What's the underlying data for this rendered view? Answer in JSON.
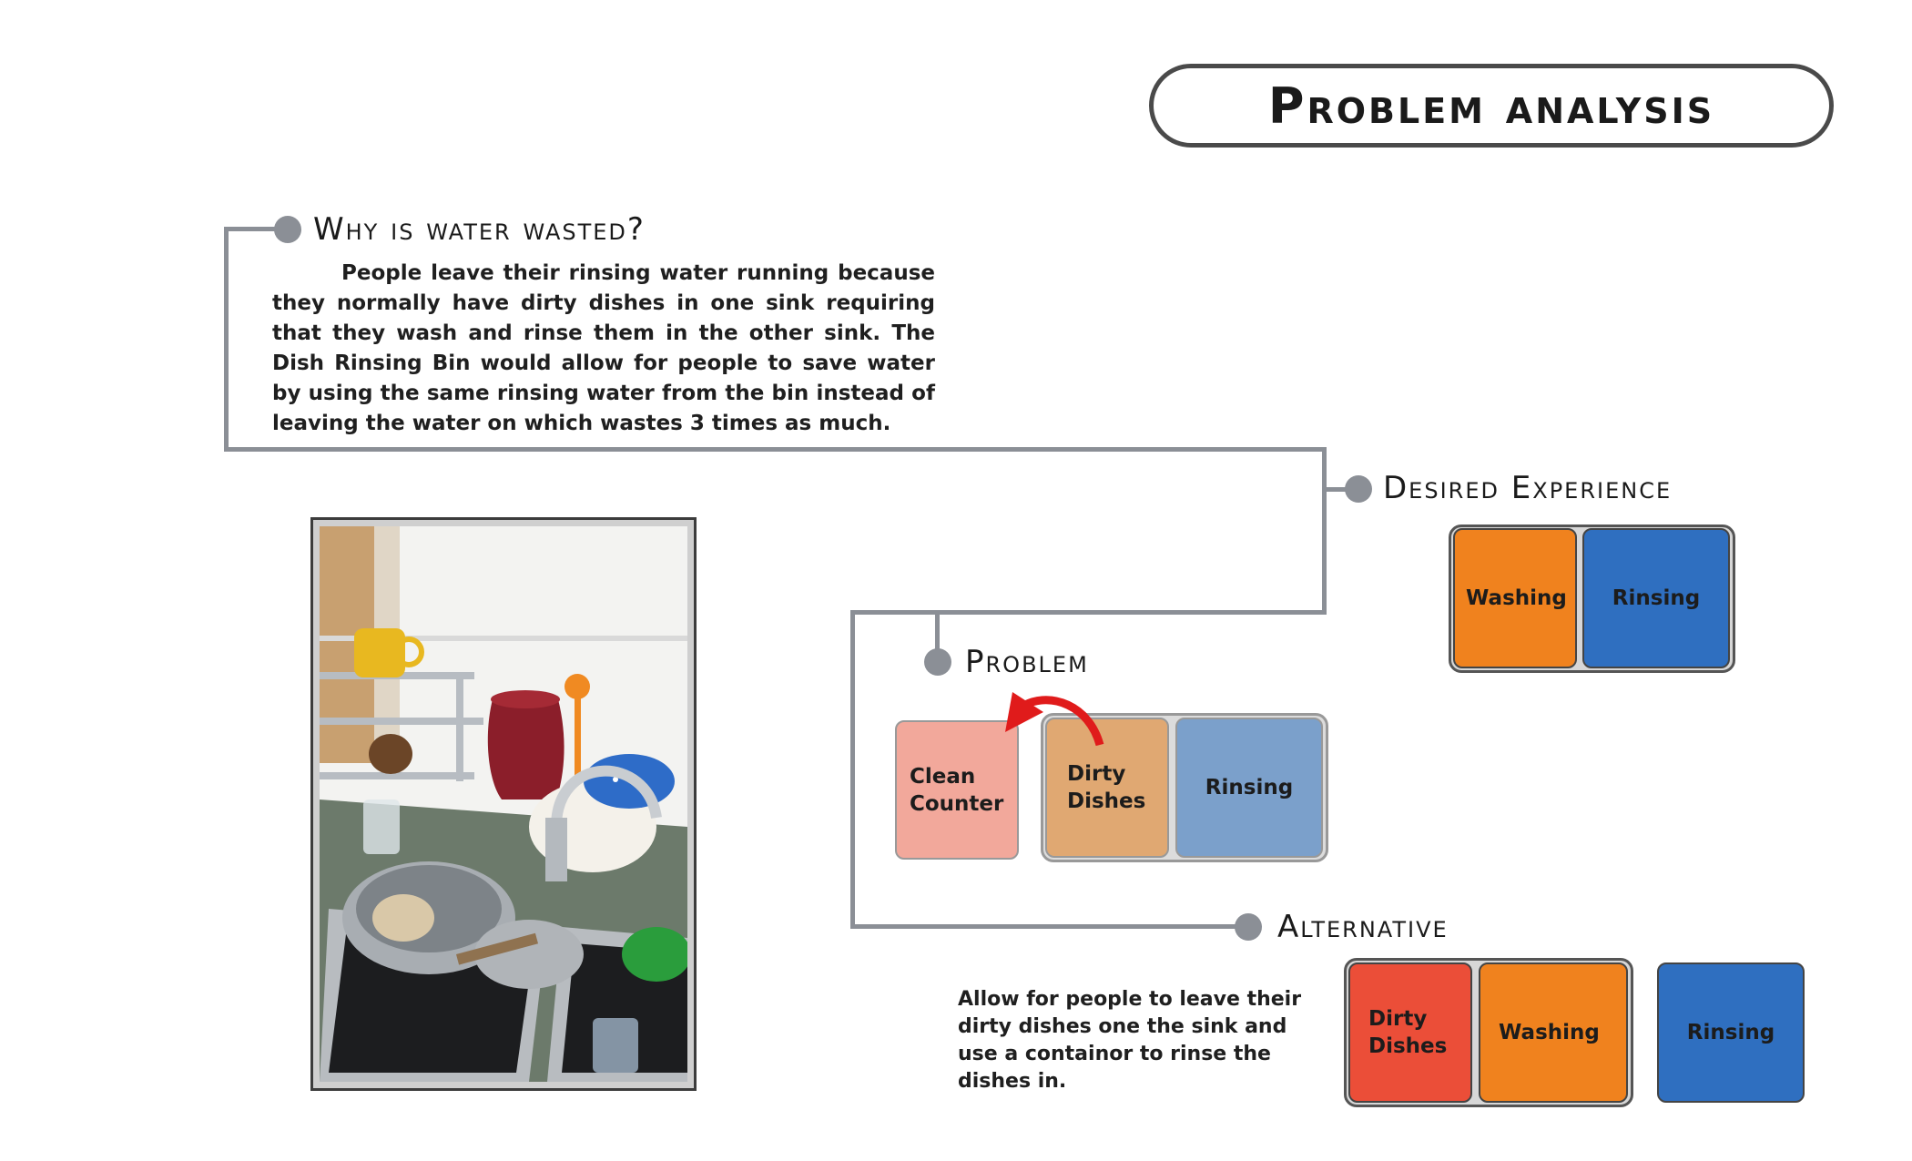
{
  "title": "Problem analysis",
  "why": {
    "heading": "Why is water wasted?",
    "text": "People leave their rinsing water running because they normally have dirty dishes in one sink requiring that they wash and rinse them in the other sink.  The Dish Rinsing Bin would allow for people to save water by using the same rinsing water from the bin instead of leaving the water on which wastes 3 times as much."
  },
  "desired": {
    "heading": "Desired Experience",
    "blocks": [
      {
        "label": "Washing",
        "color": "#f0821e"
      },
      {
        "label": "Rinsing",
        "color": "#2f6fc0"
      }
    ]
  },
  "problem": {
    "heading": "Problem",
    "blocks": [
      {
        "label": "Clean Counter",
        "color": "#f2a89b"
      },
      {
        "label": "Dirty Dishes",
        "color": "#e0a872"
      },
      {
        "label": "Rinsing",
        "color": "#7ba0cb"
      }
    ],
    "arrow_color": "#e01b1b"
  },
  "alternative": {
    "heading": "Alternative",
    "text": "Allow for people to leave their dirty dishes one the sink and use a containor to rinse the dishes in.",
    "blocks": [
      {
        "label": "Dirty Dishes",
        "color": "#eb4e38"
      },
      {
        "label": "Washing",
        "color": "#f0821e"
      },
      {
        "label": "Rinsing",
        "color": "#2f6fc0"
      }
    ]
  },
  "photo": {
    "subject": "kitchen-sink-with-dirty-dishes"
  },
  "colors": {
    "connector": "#8b8f96"
  }
}
